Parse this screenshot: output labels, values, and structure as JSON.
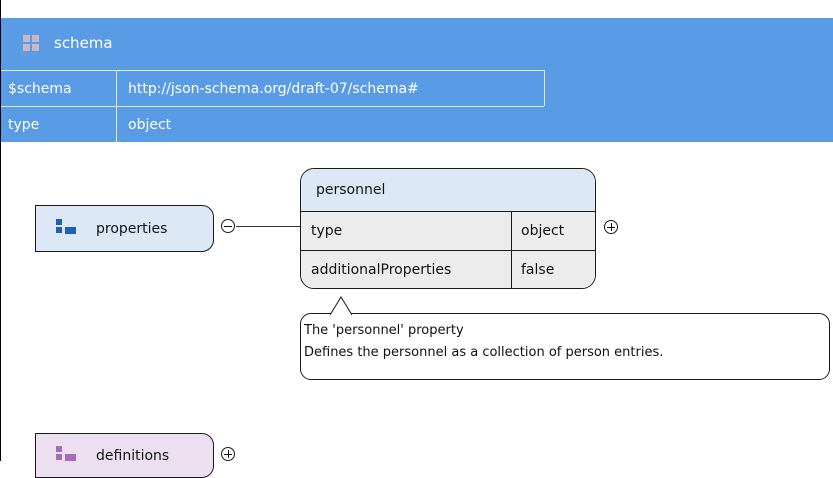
{
  "schema_header": {
    "title": "schema",
    "rows": [
      {
        "key": "$schema",
        "value": "http://json-schema.org/draft-07/schema#"
      },
      {
        "key": "type",
        "value": "object"
      }
    ]
  },
  "nodes": {
    "properties": {
      "label": "properties",
      "expanded": true
    },
    "definitions": {
      "label": "definitions",
      "expanded": false
    }
  },
  "personnel": {
    "title": "personnel",
    "rows": [
      {
        "key": "type",
        "value": "object"
      },
      {
        "key": "additionalProperties",
        "value": "false"
      }
    ]
  },
  "annotation": {
    "line1": "The 'personnel' property",
    "line2": "Defines the personnel as a collection of person entries."
  },
  "colors": {
    "header_bg": "#5a9be6",
    "properties_bg": "#dce8f6",
    "definitions_bg": "#ecdff0",
    "properties_icon": "#1f5fb5",
    "definitions_icon": "#a56db8"
  },
  "icons": {
    "schema": "grid-icon",
    "properties": "properties-icon",
    "definitions": "definitions-icon",
    "collapse": "minus-circle-icon",
    "expand": "plus-circle-icon"
  }
}
